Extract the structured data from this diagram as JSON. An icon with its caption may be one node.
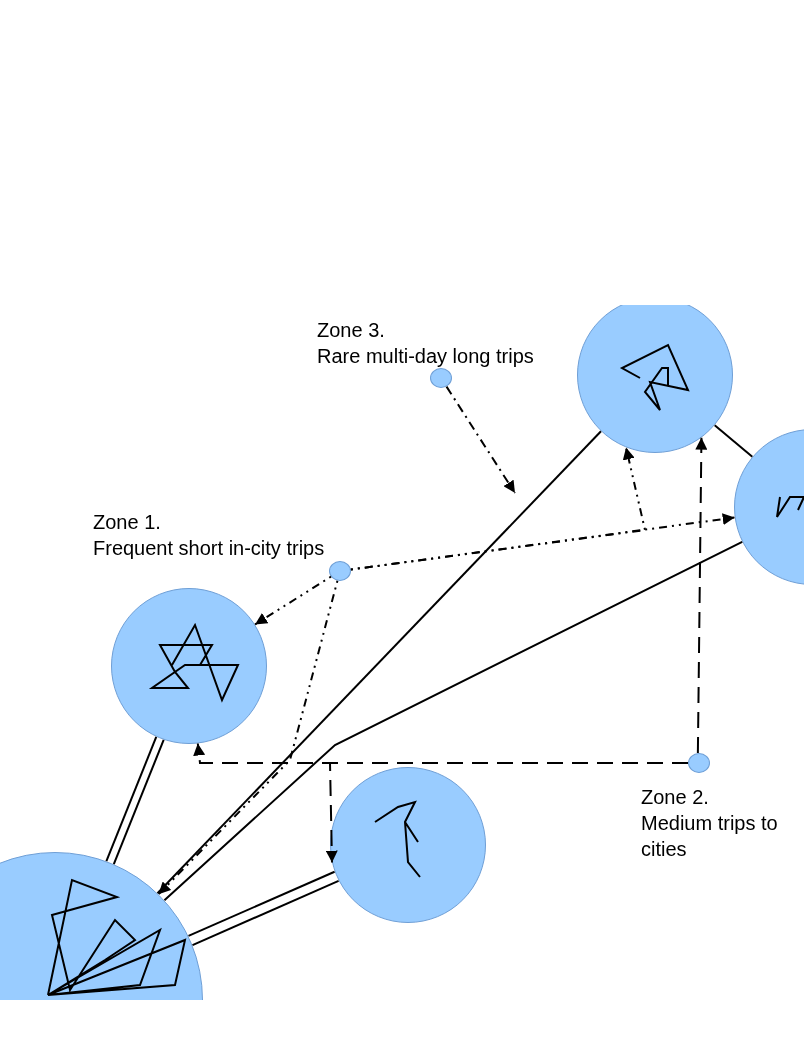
{
  "diagram": {
    "nodes": [
      {
        "text": [],
        "shape": "circle"
      },
      {
        "text": [],
        "shape": "circle",
        "beside": [
          "Zone 3.",
          "Rare multi-day long trips"
        ]
      },
      {
        "text": [],
        "shape": "circle"
      },
      {
        "text": [],
        "shape": "circle",
        "beside": [
          "Zone 1.",
          "Frequent short in-city trips"
        ]
      },
      {
        "text": [],
        "shape": "circle"
      },
      {
        "text": [],
        "shape": "circle",
        "beside": [
          "Zone 2.",
          "Medium trips to cities"
        ]
      },
      {
        "text": [],
        "shape": "circle"
      },
      {
        "text": [],
        "shape": "circle"
      }
    ],
    "edges": [
      {
        "from": 1,
        "to": null,
        "arrow": "to",
        "style": "dashed"
      },
      {
        "from": 3,
        "to": 4,
        "arrow": "to",
        "style": "dashed"
      },
      {
        "from": 3,
        "to": 7,
        "arrow": "to",
        "style": "dashed"
      },
      {
        "from": 3,
        "to": 2,
        "arrow": "to",
        "style": "dashed"
      },
      {
        "from": 3,
        "to": 0,
        "arrow": "to",
        "style": "dashed"
      },
      {
        "from": 5,
        "to": 4,
        "arrow": "to",
        "style": "dashed"
      },
      {
        "from": 5,
        "to": 6,
        "arrow": "to",
        "style": "dashed"
      },
      {
        "from": 5,
        "to": 0,
        "arrow": "to",
        "style": "dashed"
      },
      {
        "from": 7,
        "to": 4,
        "arrow": "none"
      },
      {
        "from": 7,
        "to": 4,
        "arrow": "none"
      },
      {
        "from": 7,
        "to": 0,
        "arrow": "none"
      },
      {
        "from": 7,
        "to": 2,
        "arrow": "none"
      },
      {
        "from": 7,
        "to": 6,
        "arrow": "none"
      },
      {
        "from": 7,
        "to": 6,
        "arrow": "none"
      },
      {
        "from": 0,
        "to": 2,
        "arrow": "none"
      }
    ]
  }
}
